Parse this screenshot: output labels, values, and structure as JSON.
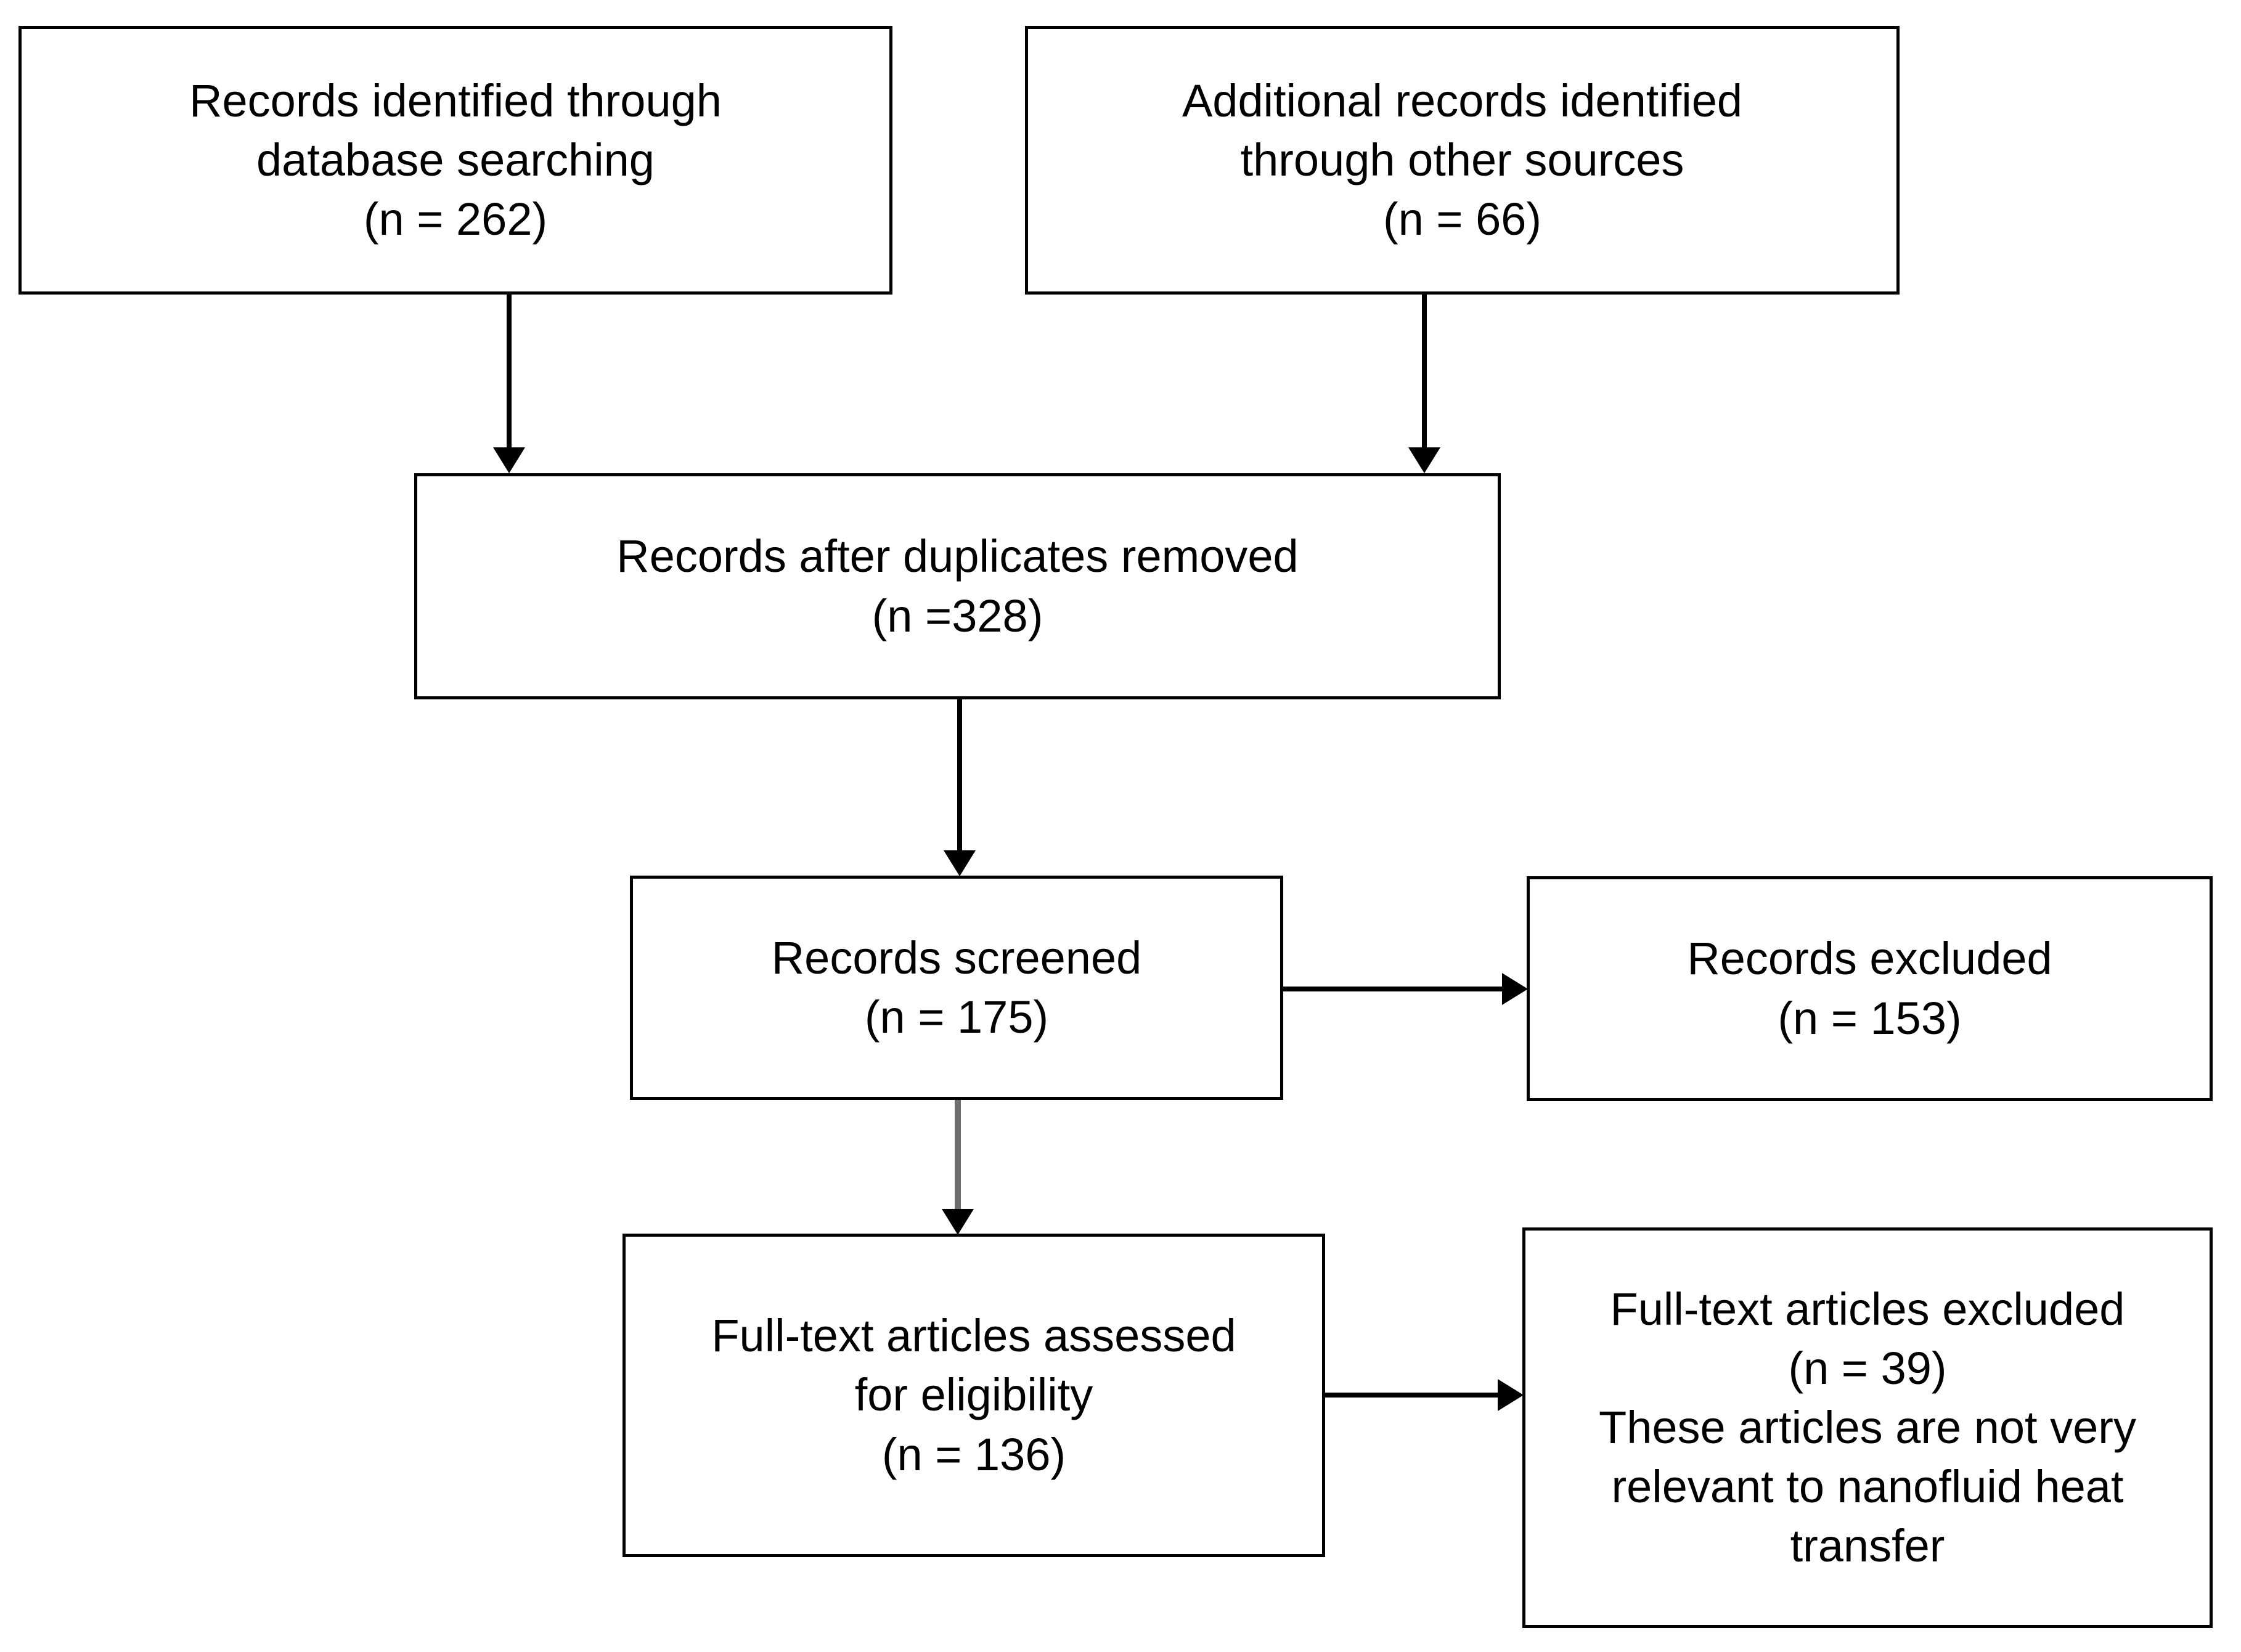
{
  "diagram": {
    "type": "prisma-flow-diagram",
    "background_color": "#ffffff",
    "text_color": "#000000",
    "border_color": "#000000",
    "connector_color": "#000000",
    "connector_color_secondary": "#6d6d6d"
  },
  "nodes": {
    "identified_database": {
      "id": "records-identified-database",
      "lines": [
        "Records identified through",
        "database searching",
        "(n = 262)"
      ],
      "count": 262
    },
    "identified_other": {
      "id": "additional-records-other-sources",
      "lines": [
        "Additional records identified",
        "through other sources",
        "(n = 66)"
      ],
      "count": 66
    },
    "duplicates_removed": {
      "id": "records-after-duplicates-removed",
      "lines": [
        "Records after duplicates removed",
        "(n =328)"
      ],
      "count": 328
    },
    "screened": {
      "id": "records-screened",
      "lines": [
        "Records screened",
        "(n = 175)"
      ],
      "count": 175
    },
    "records_excluded": {
      "id": "records-excluded",
      "lines": [
        "Records excluded",
        "(n = 153)"
      ],
      "count": 153
    },
    "fulltext_assessed": {
      "id": "full-text-articles-assessed",
      "lines": [
        "Full-text articles assessed",
        "for eligibility",
        "(n = 136)"
      ],
      "count": 136
    },
    "fulltext_excluded": {
      "id": "full-text-articles-excluded",
      "lines": [
        "Full-text articles excluded",
        "(n = 39)",
        "These articles are not very",
        "relevant to nanofluid heat",
        "transfer"
      ],
      "count": 39
    }
  },
  "connectors": [
    {
      "id": "identified-database-to-duplicates",
      "from": "identified_database",
      "to": "duplicates_removed",
      "direction": "down"
    },
    {
      "id": "identified-other-to-duplicates",
      "from": "identified_other",
      "to": "duplicates_removed",
      "direction": "down"
    },
    {
      "id": "duplicates-to-screened",
      "from": "duplicates_removed",
      "to": "screened",
      "direction": "down"
    },
    {
      "id": "screened-to-records-excluded",
      "from": "screened",
      "to": "records_excluded",
      "direction": "right"
    },
    {
      "id": "screened-to-fulltext-assessed",
      "from": "screened",
      "to": "fulltext_assessed",
      "direction": "down"
    },
    {
      "id": "fulltext-assessed-to-fulltext-excluded",
      "from": "fulltext_assessed",
      "to": "fulltext_excluded",
      "direction": "right"
    }
  ]
}
